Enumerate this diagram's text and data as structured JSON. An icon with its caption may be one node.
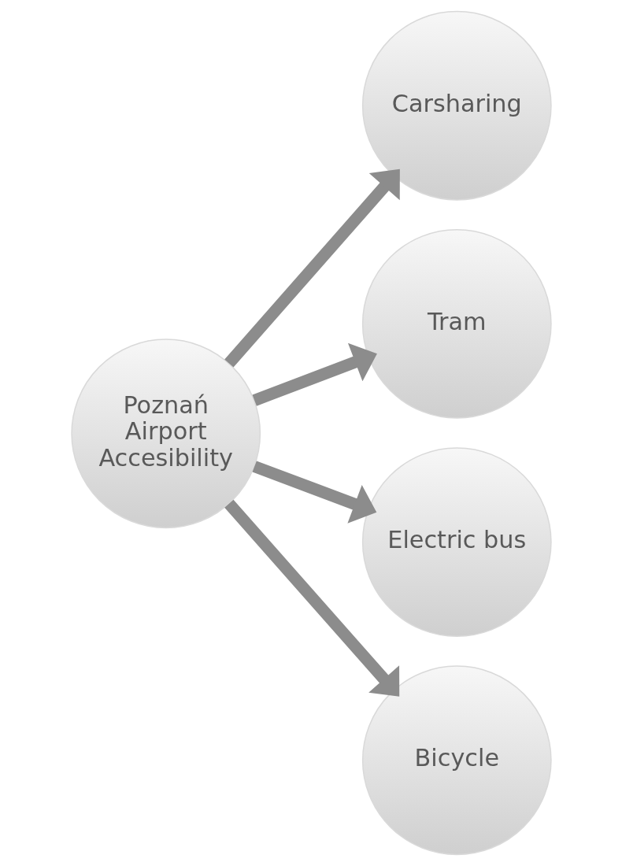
{
  "diagram": {
    "nodes": [
      {
        "text": [
          "Poznań Airport Accesibility"
        ]
      },
      {
        "text": [
          "Carsharing"
        ]
      },
      {
        "text": [
          "Tram"
        ]
      },
      {
        "text": [
          "Electric bus"
        ]
      },
      {
        "text": [
          "Bicycle"
        ]
      }
    ],
    "edges": [
      {
        "from": 0,
        "to": 1,
        "arrow": "to"
      },
      {
        "from": 0,
        "to": 2,
        "arrow": "to"
      },
      {
        "from": 0,
        "to": 3,
        "arrow": "to"
      },
      {
        "from": 0,
        "to": 4,
        "arrow": "to"
      }
    ]
  }
}
